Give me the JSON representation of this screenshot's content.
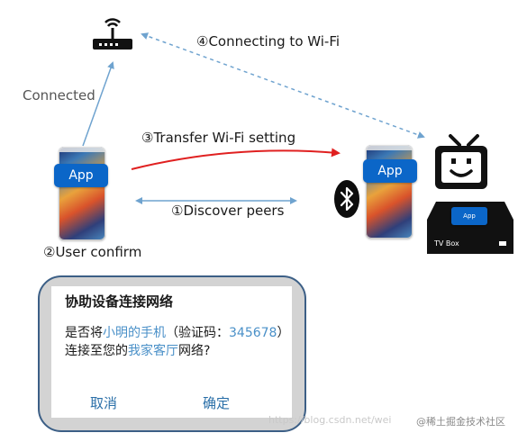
{
  "diagram": {
    "steps": {
      "connecting_wifi": "④Connecting to Wi-Fi",
      "connected": "Connected",
      "transfer_wifi": "③Transfer Wi-Fi setting",
      "discover_peers": "①Discover peers",
      "user_confirm": "②User confirm"
    },
    "left_phone_app_label": "App",
    "right_phone_app_label": "App",
    "tv_box_app_label": "App",
    "tv_box_label": "TV Box",
    "colors": {
      "app_blue": "#0b66c8",
      "arrow_blue": "#6fa3cf",
      "arrow_red": "#e02020",
      "dialog_border": "#3c5f86"
    }
  },
  "dialog": {
    "title": "协助设备连接网络",
    "body_prefix": "是否将",
    "device_name": "小明的手机",
    "body_code_prefix": "（验证码：",
    "code": "345678",
    "body_mid": "）连接至您的",
    "network_name": "我家客厅",
    "body_suffix": "网络?",
    "cancel_label": "取消",
    "confirm_label": "确定"
  },
  "watermark": {
    "url_text": "https://blog.csdn.net/wei",
    "source_text": "@稀土掘金技术社区"
  }
}
